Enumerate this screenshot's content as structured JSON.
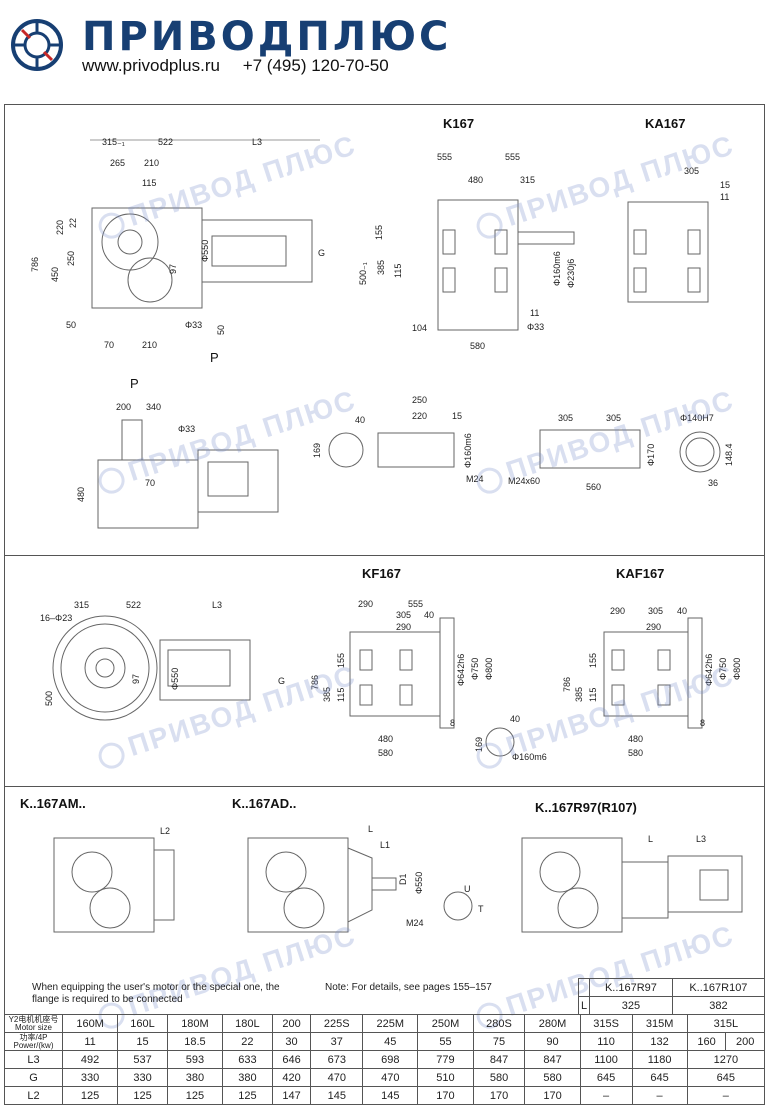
{
  "header": {
    "brand": "ПРИВОДПЛЮС",
    "website": "www.privodplus.ru",
    "phone": "+7 (495) 120-70-50",
    "brand_color": "#173f73"
  },
  "watermark": "ПРИВОД ПЛЮС",
  "labels": {
    "k167": "K167",
    "ka167": "KA167",
    "kf167": "KF167",
    "kaf167": "KAF167",
    "k167am": "K..167AM..",
    "k167ad": "K..167AD..",
    "k167r97": "K..167R97(R107)",
    "p1": "P",
    "p2": "P"
  },
  "dims": {
    "s1": [
      "315₋₁",
      "522",
      "L3",
      "265",
      "210",
      "115",
      "220",
      "22",
      "250",
      "786",
      "450",
      "97",
      "Φ550",
      "G",
      "50",
      "Φ33",
      "50",
      "70",
      "210"
    ],
    "k167": [
      "555",
      "555",
      "480",
      "315",
      "155",
      "385",
      "115",
      "500₋₁",
      "Φ160m6",
      "Φ230j6",
      "11",
      "Φ33",
      "104",
      "580"
    ],
    "ka167": [
      "305",
      "15",
      "11"
    ],
    "bottom": [
      "200",
      "340",
      "Φ33",
      "480",
      "70",
      "40",
      "169",
      "250",
      "220",
      "15",
      "Φ160m6",
      "M24",
      "305",
      "305",
      "Φ140H7",
      "Φ170",
      "M24x60",
      "560",
      "148.4",
      "36"
    ],
    "kf": [
      "315",
      "522",
      "L3",
      "16–Φ23",
      "500",
      "97",
      "Φ550",
      "G",
      "290",
      "555",
      "305",
      "40",
      "290",
      "786",
      "155",
      "385",
      "115",
      "Φ642h6",
      "Φ750",
      "Φ800",
      "8",
      "480",
      "580",
      "40",
      "169",
      "Φ160m6"
    ],
    "kaf": [
      "290",
      "305",
      "40",
      "290",
      "786",
      "155",
      "385",
      "115",
      "Φ642h6",
      "Φ750",
      "Φ800",
      "8",
      "480",
      "580"
    ],
    "am": [
      "L2",
      "L",
      "L1",
      "D1",
      "Φ550",
      "M24",
      "U",
      "T",
      "L",
      "L3"
    ]
  },
  "notes": {
    "flange": "When equipping the user's motor or the special one, the flange is required to be connected",
    "details": "Note: For details, see pages 155–157"
  },
  "l_table": {
    "col1": "K..167R97",
    "col2": "K..167R107",
    "row_label": "L",
    "v1": "325",
    "v2": "382"
  },
  "spec_table": {
    "motor_label": "Y2电机机座号 Motor size",
    "power_label": "功率/4P Power/(kw)",
    "l3_label": "L3",
    "g_label": "G",
    "l2_label": "L2",
    "motor": [
      "160M",
      "160L",
      "180M",
      "180L",
      "200",
      "225S",
      "225M",
      "250M",
      "280S",
      "280M",
      "315S",
      "315M",
      "315L"
    ],
    "power": [
      "11",
      "15",
      "18.5",
      "22",
      "30",
      "37",
      "45",
      "55",
      "75",
      "90",
      "110",
      "132",
      "160",
      "200"
    ],
    "l3": [
      "492",
      "537",
      "593",
      "633",
      "646",
      "673",
      "698",
      "779",
      "847",
      "847",
      "1100",
      "1180",
      "1270"
    ],
    "g": [
      "330",
      "330",
      "380",
      "380",
      "420",
      "470",
      "470",
      "510",
      "580",
      "580",
      "645",
      "645",
      "645"
    ],
    "l2": [
      "125",
      "125",
      "125",
      "125",
      "147",
      "145",
      "145",
      "170",
      "170",
      "170",
      "–",
      "–",
      "–"
    ]
  }
}
